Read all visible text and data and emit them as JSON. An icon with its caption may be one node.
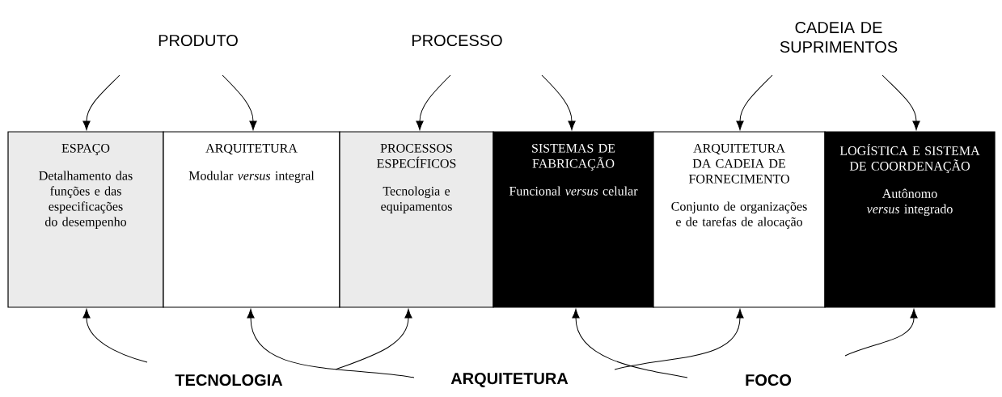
{
  "diagram": {
    "nodes": [
      {
        "text": [
          "PRODUTO"
        ]
      },
      {
        "text": [
          "PROCESSO"
        ]
      },
      {
        "text": [
          "CADEIA DE SUPRIMENTOS"
        ]
      },
      {
        "text": [
          "ESPAÇO",
          "Detalhamento das funções e das especificações do desempenho"
        ]
      },
      {
        "text": [
          "ARQUITETURA",
          "Modular *versus* integral"
        ]
      },
      {
        "text": [
          "PROCESSOS ESPECÍFICOS",
          "Tecnologia e equipamentos"
        ]
      },
      {
        "text": [
          "SISTEMAS DE FABRICAÇÃO",
          "Funcional *versus* celular"
        ]
      },
      {
        "text": [
          "ARQUITETURA DA CADEIA DE FORNECIMENTO",
          "Conjunto de organizações e de tarefas de alocação"
        ]
      },
      {
        "text": [
          "LOGÍSTICA E SISTEMA DE COORDENAÇÃO",
          "Autônomo *versus* integrado"
        ]
      },
      {
        "text": [
          "TECNOLOGIA"
        ]
      },
      {
        "text": [
          "ARQUITETURA"
        ]
      },
      {
        "text": [
          "FOCO"
        ]
      }
    ],
    "edges": [
      {
        "from": 0,
        "to": 3,
        "arrow": "to"
      },
      {
        "from": 0,
        "to": 4,
        "arrow": "to"
      },
      {
        "from": 1,
        "to": 5,
        "arrow": "to"
      },
      {
        "from": 1,
        "to": 6,
        "arrow": "to"
      },
      {
        "from": 2,
        "to": 7,
        "arrow": "to"
      },
      {
        "from": 2,
        "to": 8,
        "arrow": "to"
      },
      {
        "from": 9,
        "to": 3,
        "arrow": "to"
      },
      {
        "from": 9,
        "to": 5,
        "arrow": "to"
      },
      {
        "from": 10,
        "to": 4,
        "arrow": "to"
      },
      {
        "from": 10,
        "to": 7,
        "arrow": "to"
      },
      {
        "from": 11,
        "to": 6,
        "arrow": "to"
      },
      {
        "from": 11,
        "to": 8,
        "arrow": "to"
      }
    ]
  }
}
